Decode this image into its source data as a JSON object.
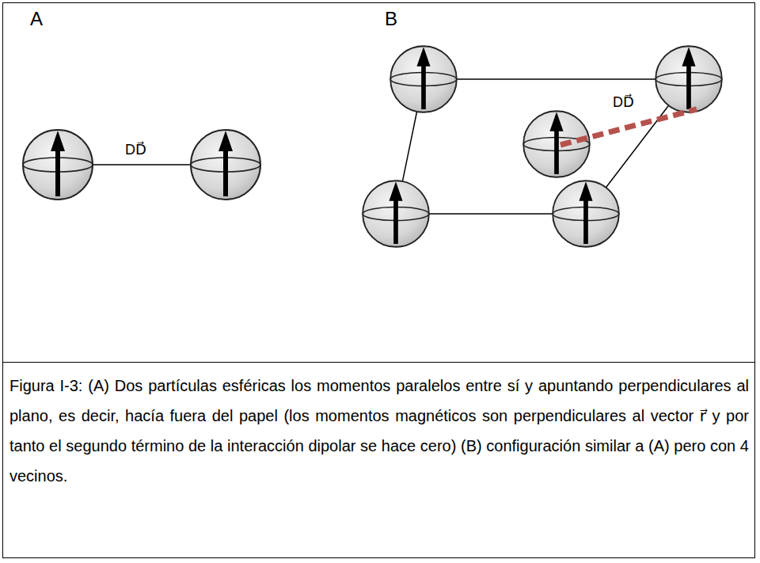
{
  "diagram": {
    "caption": "Figura I-3: (A) Dos partículas esféricas los momentos paralelos entre sí y apuntando perpendiculares al plano, es decir, hacía fuera del papel (los momentos magnéticos son perpendiculares al vector r⃗  y por tanto el segundo término de la interacción dipolar se hace cero) (B) configuración similar a (A) pero con 4 vecinos.",
    "labels": [
      "A",
      "B",
      "DD⃗",
      "DD⃗"
    ]
  }
}
